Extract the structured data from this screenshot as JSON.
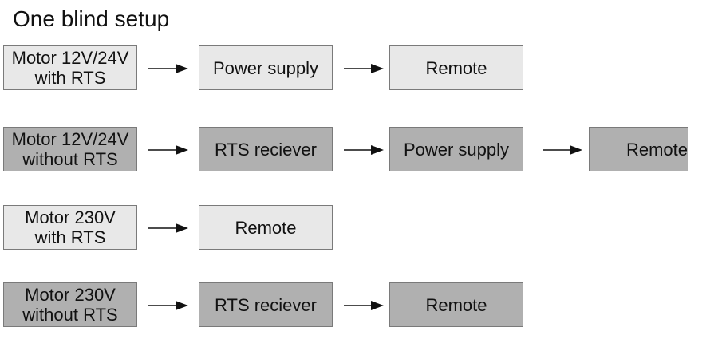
{
  "title": "One blind setup",
  "colors": {
    "light_box": "#e8e8e8",
    "dark_box": "#b0b0b0",
    "border": "#7a7a7a",
    "arrow": "#111111"
  },
  "rows": [
    {
      "shade": "light",
      "motor": "Motor 12V/24V\nwith RTS",
      "chain": [
        "Power supply",
        "Remote"
      ]
    },
    {
      "shade": "dark",
      "motor": "Motor 12V/24V\nwithout RTS",
      "chain": [
        "RTS reciever",
        "Power supply",
        "Remote"
      ]
    },
    {
      "shade": "light",
      "motor": "Motor 230V\nwith RTS",
      "chain": [
        "Remote"
      ]
    },
    {
      "shade": "dark",
      "motor": "Motor 230V\nwithout RTS",
      "chain": [
        "RTS reciever",
        "Remote"
      ]
    }
  ]
}
